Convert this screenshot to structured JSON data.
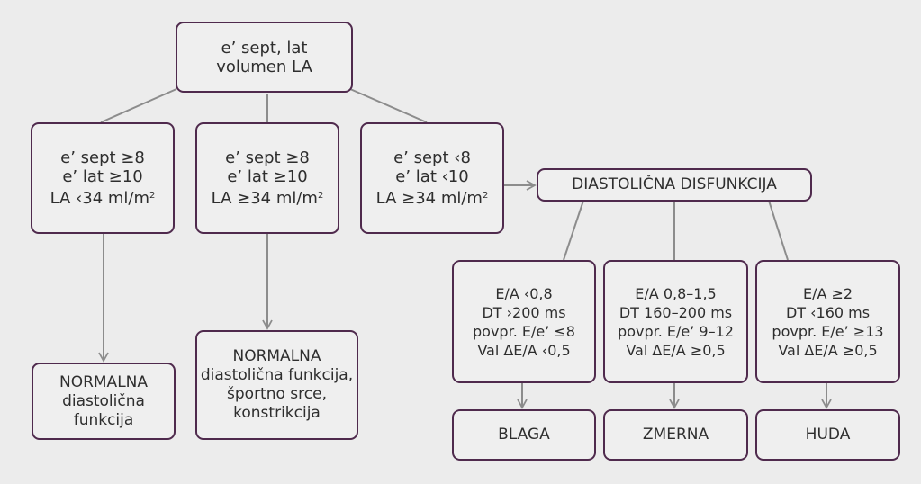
{
  "root": {
    "lines": [
      "e’ sept, lat",
      "volumen LA"
    ]
  },
  "criteria": [
    {
      "lines": [
        "e’ sept ≥8",
        "e’ lat ≥10",
        "LA ‹34 ml/m"
      ],
      "sup": "2"
    },
    {
      "lines": [
        "e’ sept ≥8",
        "e’ lat ≥10",
        "LA ≥34 ml/m"
      ],
      "sup": "2"
    },
    {
      "lines": [
        "e’ sept ‹8",
        "e’ lat ‹10",
        "LA ≥34 ml/m"
      ],
      "sup": "2"
    }
  ],
  "outcomes": [
    {
      "lines": [
        "NORMALNA",
        "diastolična",
        "funkcija"
      ]
    },
    {
      "lines": [
        "NORMALNA",
        "diastolična funkcija,",
        "športno srce,",
        "konstrikcija"
      ]
    }
  ],
  "dysfunction": {
    "label": "DIASTOLIČNA DISFUNKCIJA"
  },
  "grades": [
    {
      "lines": [
        "E/A ‹0,8",
        "DT ›200 ms",
        "povpr. E/e’ ≤8",
        "Val ΔE/A ‹0,5"
      ],
      "result": "BLAGA"
    },
    {
      "lines": [
        "E/A 0,8–1,5",
        "DT 160–200 ms",
        "povpr. E/e’ 9–12",
        "Val ΔE/A ≥0,5"
      ],
      "result": "ZMERNA"
    },
    {
      "lines": [
        "E/A ≥2",
        "DT ‹160 ms",
        "povpr. E/e’ ≥13",
        "Val ΔE/A ≥0,5"
      ],
      "result": "HUDA"
    }
  ],
  "colors": {
    "border": "#4f2a4d",
    "connector": "#8c8c8c",
    "background": "#ececec"
  }
}
